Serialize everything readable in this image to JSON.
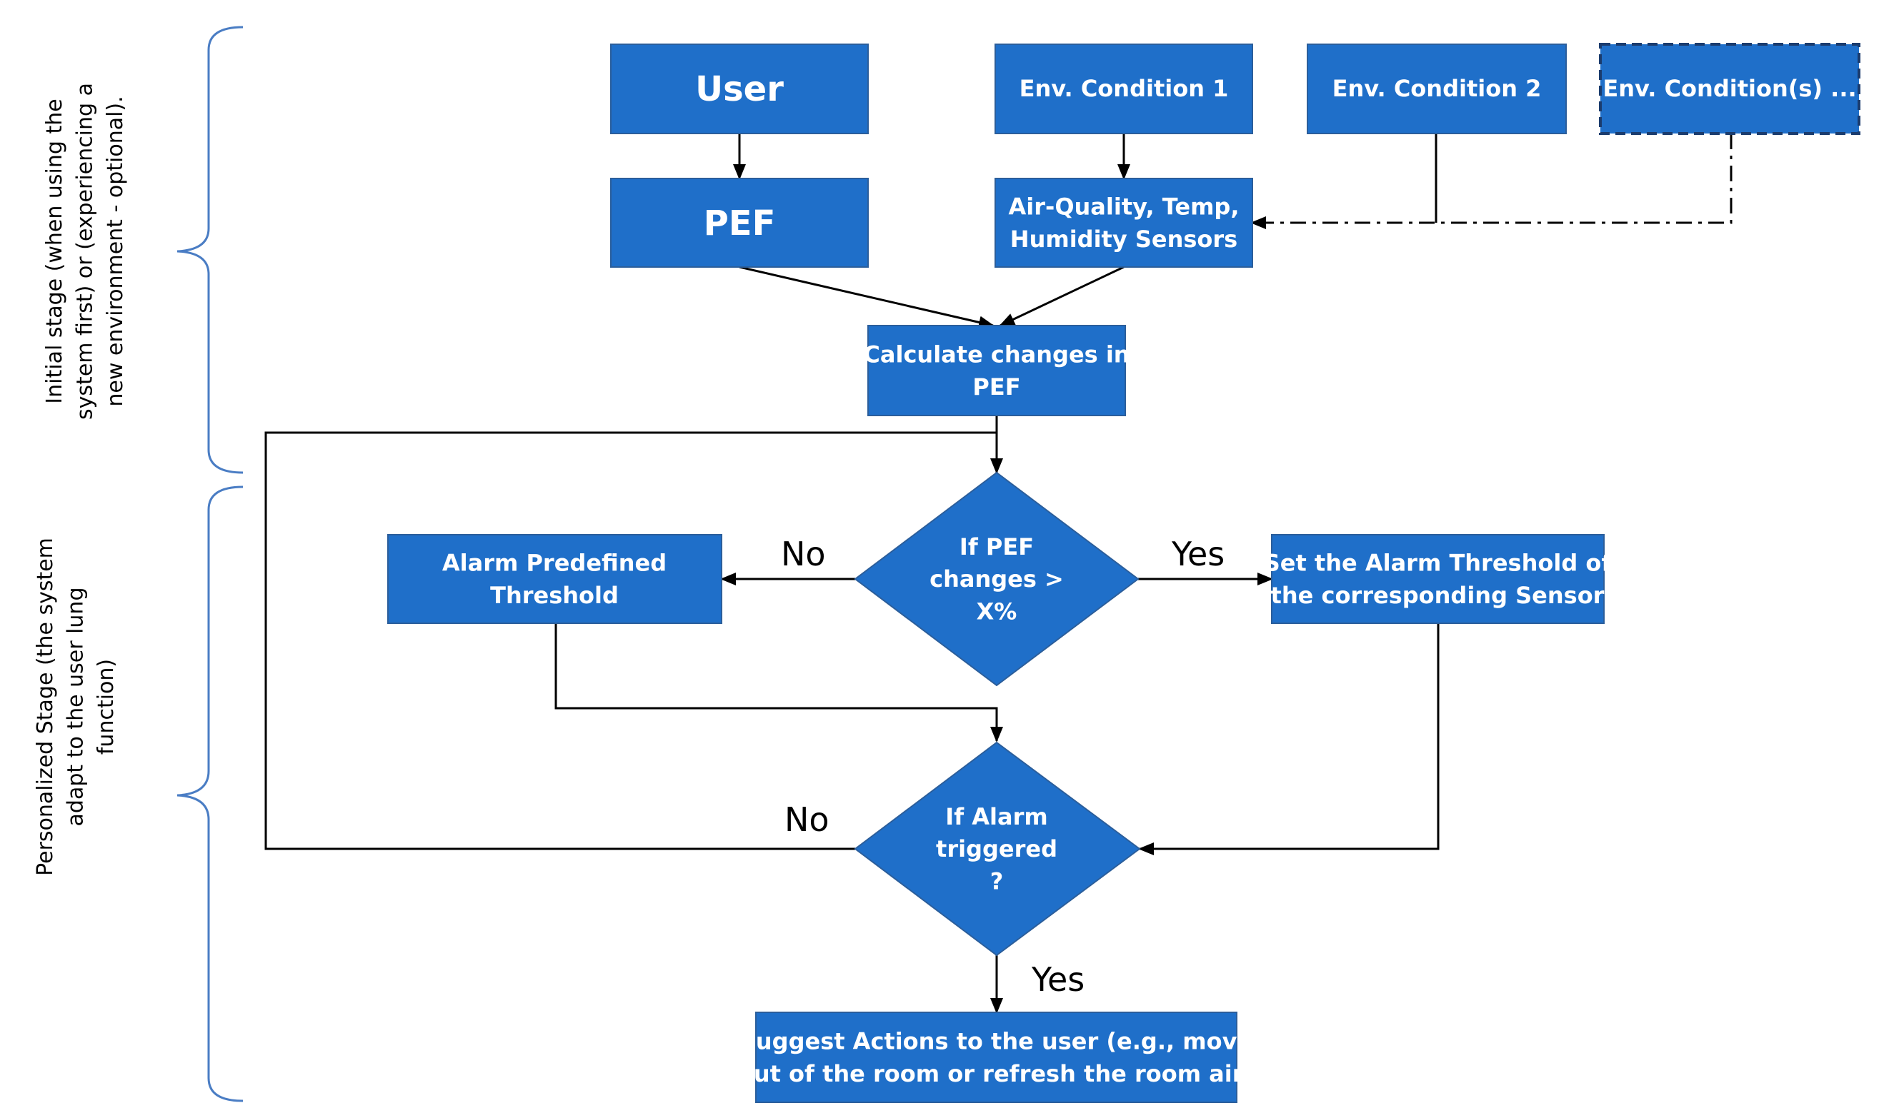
{
  "stages": {
    "initial": [
      "Initial stage (when using the",
      "system first) or (experiencing a",
      "new environment - optional)."
    ],
    "personalized": [
      "Personalized Stage (the system",
      "adapt to the user lung",
      "function)"
    ]
  },
  "nodes": {
    "user": [
      "User"
    ],
    "env1": [
      "Env. Condition 1"
    ],
    "env2": [
      "Env. Condition 2"
    ],
    "envN": [
      "Env. Condition(s) ..."
    ],
    "pef": [
      "PEF"
    ],
    "sensors": [
      "Air-Quality, Temp,",
      "Humidity Sensors"
    ],
    "calc": [
      "Calculate changes in",
      "PEF"
    ],
    "decision_pef": [
      "If PEF",
      "changes >",
      "X%"
    ],
    "alarm_predefined": [
      "Alarm Predefined",
      "Threshold"
    ],
    "set_threshold": [
      "Set the Alarm Threshold of",
      "the corresponding  Sensor"
    ],
    "decision_alarm": [
      "If Alarm",
      "triggered",
      "?"
    ],
    "suggest": [
      "Suggest Actions to the user (e.g., move",
      "out of the room or refresh the room air)"
    ]
  },
  "edge_labels": {
    "pef_no": "No",
    "pef_yes": "Yes",
    "alarm_no": "No",
    "alarm_yes": "Yes"
  },
  "colors": {
    "node_fill": "#1f6fc9",
    "brace": "#4a7dc4",
    "line": "#000000"
  }
}
